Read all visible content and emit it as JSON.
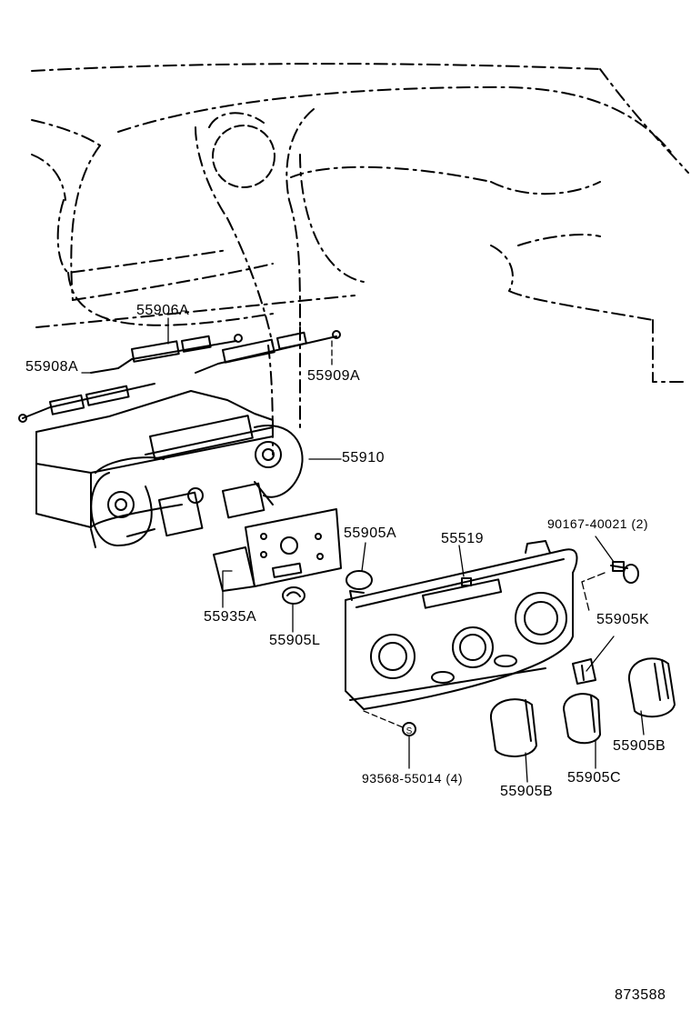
{
  "diagram": {
    "parts": [
      {
        "id": "p-55906a",
        "label": "55906A"
      },
      {
        "id": "p-55908a",
        "label": "55908A"
      },
      {
        "id": "p-55909a",
        "label": "55909A"
      },
      {
        "id": "p-55910",
        "label": "55910"
      },
      {
        "id": "p-55905a",
        "label": "55905A"
      },
      {
        "id": "p-55519",
        "label": "55519"
      },
      {
        "id": "p-90167",
        "label": "90167-40021 (2)"
      },
      {
        "id": "p-55935a",
        "label": "55935A"
      },
      {
        "id": "p-55905l",
        "label": "55905L"
      },
      {
        "id": "p-55905k",
        "label": "55905K"
      },
      {
        "id": "p-93568",
        "label": "93568-55014 (4)"
      },
      {
        "id": "p-55905b-right",
        "label": "55905B"
      },
      {
        "id": "p-55905b",
        "label": "55905B"
      },
      {
        "id": "p-55905c",
        "label": "55905C"
      }
    ],
    "drawing_number": "873588",
    "screw_mark": "S"
  }
}
